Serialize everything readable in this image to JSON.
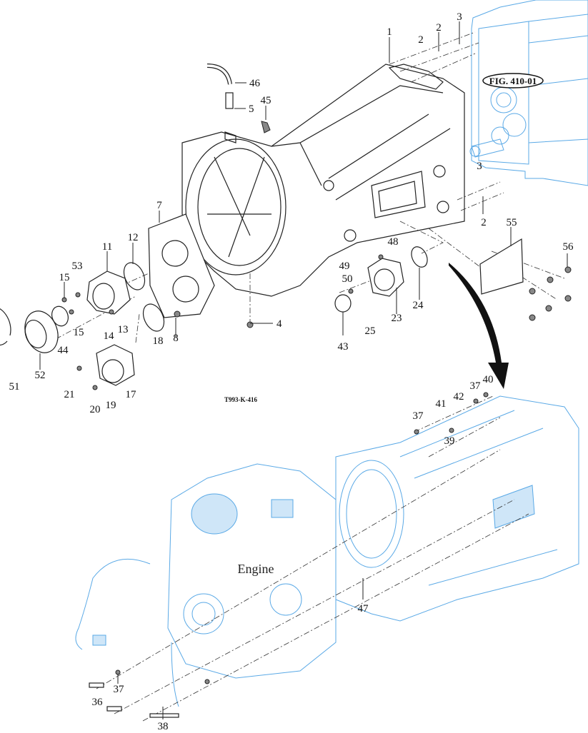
{
  "diagram": {
    "title_code": "T993-K-416",
    "figure_ref": "FIG. 410-01",
    "engine_label": "Engine",
    "colors": {
      "line": "#222222",
      "blue_ref": "#5aa9e6",
      "background": "#ffffff"
    },
    "callouts": {
      "p1": "1",
      "p2a": "2",
      "p2b": "2",
      "p2c": "2",
      "p3a": "3",
      "p3b": "3",
      "p4": "4",
      "p5": "5",
      "p7": "7",
      "p8": "8",
      "p11": "11",
      "p12": "12",
      "p13": "13",
      "p14": "14",
      "p15a": "15",
      "p15b": "15",
      "p17": "17",
      "p18": "18",
      "p19": "19",
      "p20": "20",
      "p21": "21",
      "p23": "23",
      "p24": "24",
      "p25": "25",
      "p36": "36",
      "p37a": "37",
      "p37b": "37",
      "p37c": "37",
      "p38": "38",
      "p39": "39",
      "p40": "40",
      "p41": "41",
      "p42": "42",
      "p43": "43",
      "p44": "44",
      "p45": "45",
      "p46": "46",
      "p47": "47",
      "p48": "48",
      "p49": "49",
      "p50": "50",
      "p51": "51",
      "p52": "52",
      "p53": "53",
      "p55": "55",
      "p56": "56"
    }
  }
}
